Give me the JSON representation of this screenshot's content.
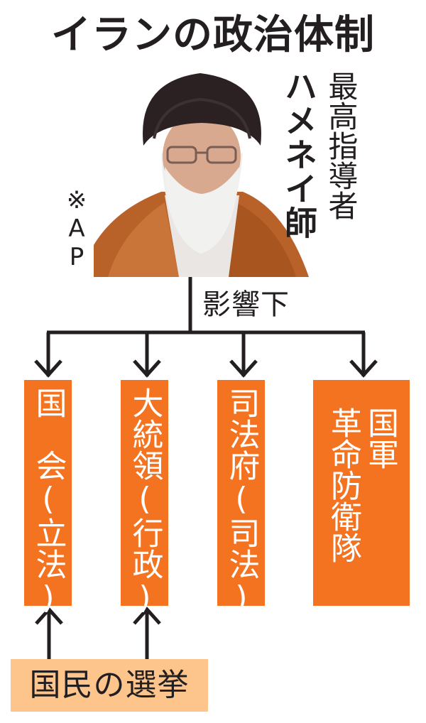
{
  "title": "イランの政治体制",
  "leader": {
    "name": "ハメネイ師",
    "role": "最高指導者",
    "photo_credit": "※AP",
    "photo_alt": "portrait-of-khamenei"
  },
  "relation_label": "影響下",
  "branches": [
    {
      "id": "parliament",
      "label": "国　会(立法)"
    },
    {
      "id": "president",
      "label": "大統領(行政)"
    },
    {
      "id": "judiciary",
      "label": "司法府(司法)"
    },
    {
      "id": "military",
      "label_lines": [
        "国軍",
        "革命防衛隊"
      ]
    }
  ],
  "election": {
    "label": "国民の選挙",
    "feeds": [
      "parliament",
      "president"
    ]
  },
  "colors": {
    "branch_box": "#f37321",
    "branch_text": "#ffffff",
    "election_box": "#fdc58b",
    "line": "#231f20"
  }
}
